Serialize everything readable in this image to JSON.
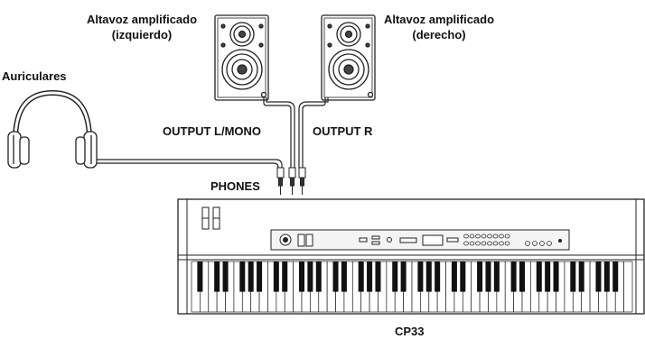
{
  "labels": {
    "speaker_left": [
      "Altavoz amplificado",
      "(izquierdo)"
    ],
    "speaker_right": [
      "Altavoz amplificado",
      "(derecho)"
    ],
    "headphones": "Auriculares",
    "output_left": "OUTPUT L/MONO",
    "output_right": "OUTPUT R",
    "phones": "PHONES",
    "model": "CP33"
  },
  "colors": {
    "line": "#222222",
    "panel": "#f4f4f4",
    "key_black": "#111111",
    "key_white": "#ffffff"
  },
  "icons": [
    "speaker-icon",
    "headphones-icon",
    "jack-plug-icon",
    "stage-piano-icon"
  ]
}
